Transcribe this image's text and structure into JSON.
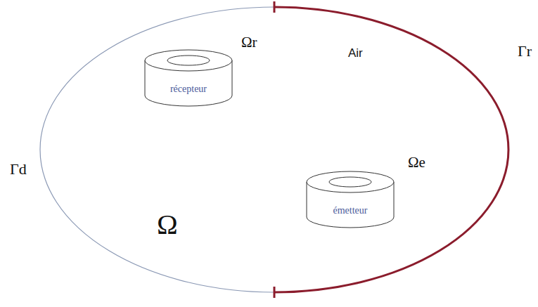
{
  "diagram": {
    "nodes": [
      {
        "text": [
          "Air",
          "Ω"
        ]
      },
      {
        "text": [
          "Ωr",
          "récepteur"
        ],
        "in": 0
      },
      {
        "text": [
          "Ωe",
          "émetteur"
        ],
        "in": 0
      }
    ],
    "labels": [
      "Γd",
      "Γr"
    ]
  }
}
